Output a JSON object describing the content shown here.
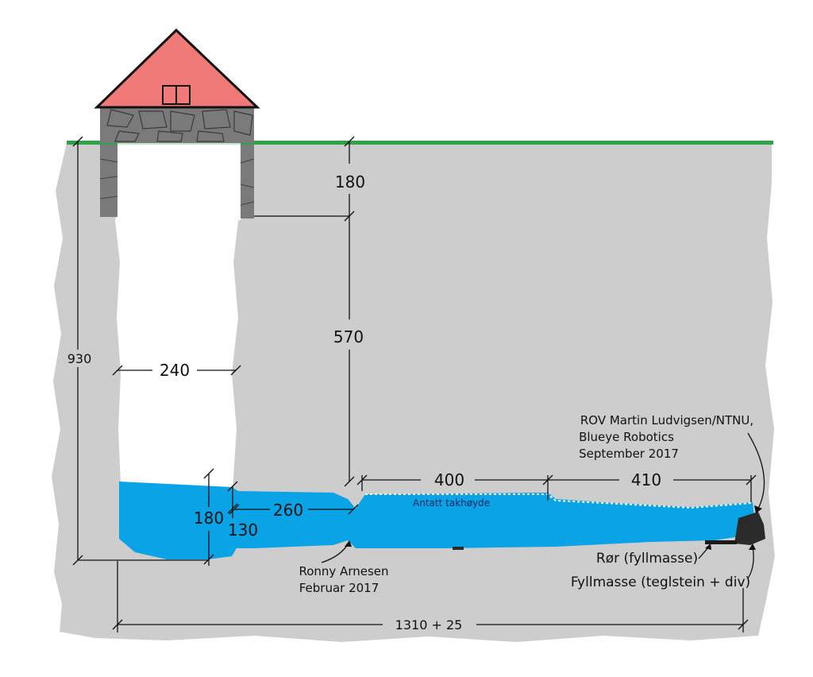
{
  "dimensions": {
    "depth_total": "930",
    "shaft_width": "240",
    "upper_lining": "180",
    "shaft_mid": "570",
    "water_depth": "180",
    "step_height": "130",
    "tunnel_first": "260",
    "tunnel_second": "400",
    "tunnel_third": "410",
    "total_length": "1310 + 25"
  },
  "labels": {
    "ceiling": "Antatt takhøyde",
    "diver_name": "Ronny Arnesen",
    "diver_date": "Februar 2017",
    "rov_line1": "ROV Martin Ludvigsen/NTNU,",
    "rov_line2": "Blueye Robotics",
    "rov_line3": "September 2017",
    "pipe": "Rør (fyllmasse)",
    "fill": "Fyllmasse (teglstein + div)"
  },
  "colors": {
    "ground": "#cdcdcd",
    "water": "#0aa3e6",
    "roof": "#f07a78",
    "grass": "#2ea34a",
    "stone": "#7a7a7a"
  }
}
